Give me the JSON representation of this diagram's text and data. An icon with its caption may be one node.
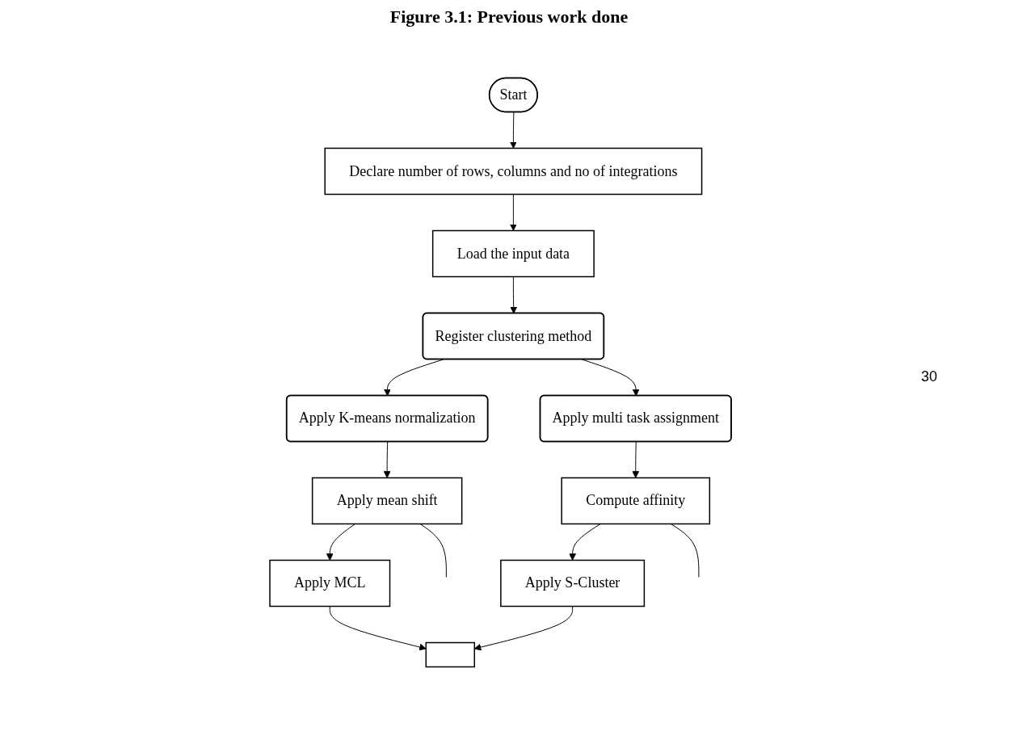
{
  "diagram": {
    "title": "Figure 3.1: Previous work done",
    "nodes": [
      {
        "text": [
          "Start"
        ]
      },
      {
        "text": [
          "Declare number of rows, columns and no of integrations"
        ]
      },
      {
        "text": [
          "Load the input data"
        ]
      },
      {
        "text": [
          "Register clustering method"
        ]
      },
      {
        "text": [
          "Apply K-means normalization"
        ]
      },
      {
        "text": [
          "Apply multi task assignment"
        ]
      },
      {
        "text": [
          "Apply mean shift"
        ]
      },
      {
        "text": [
          "Compute affinity"
        ]
      },
      {
        "text": [
          "Apply MCL"
        ]
      },
      {
        "text": [
          "Apply S-Cluster"
        ]
      },
      {
        "text": [],
        "shape": "box"
      }
    ],
    "edges": [
      {
        "from": 0,
        "to": 1,
        "arrow": "to"
      },
      {
        "from": 1,
        "to": 2,
        "arrow": "to"
      },
      {
        "from": 2,
        "to": 3,
        "arrow": "to"
      },
      {
        "from": 3,
        "to": 4,
        "arrow": "to"
      },
      {
        "from": 3,
        "to": 5,
        "arrow": "to"
      },
      {
        "from": 4,
        "to": 6,
        "arrow": "to"
      },
      {
        "from": 5,
        "to": 7,
        "arrow": "to"
      },
      {
        "from": 6,
        "to": 8,
        "arrow": "to"
      },
      {
        "from": 7,
        "to": 9,
        "arrow": "to"
      },
      {
        "from": 8,
        "to": 10,
        "arrow": "to"
      },
      {
        "from": 9,
        "to": 10,
        "arrow": "to"
      },
      {
        "from": 6,
        "to": null,
        "arrow": "none"
      },
      {
        "from": 7,
        "to": null,
        "arrow": "none"
      }
    ],
    "labels": [
      "30"
    ]
  }
}
